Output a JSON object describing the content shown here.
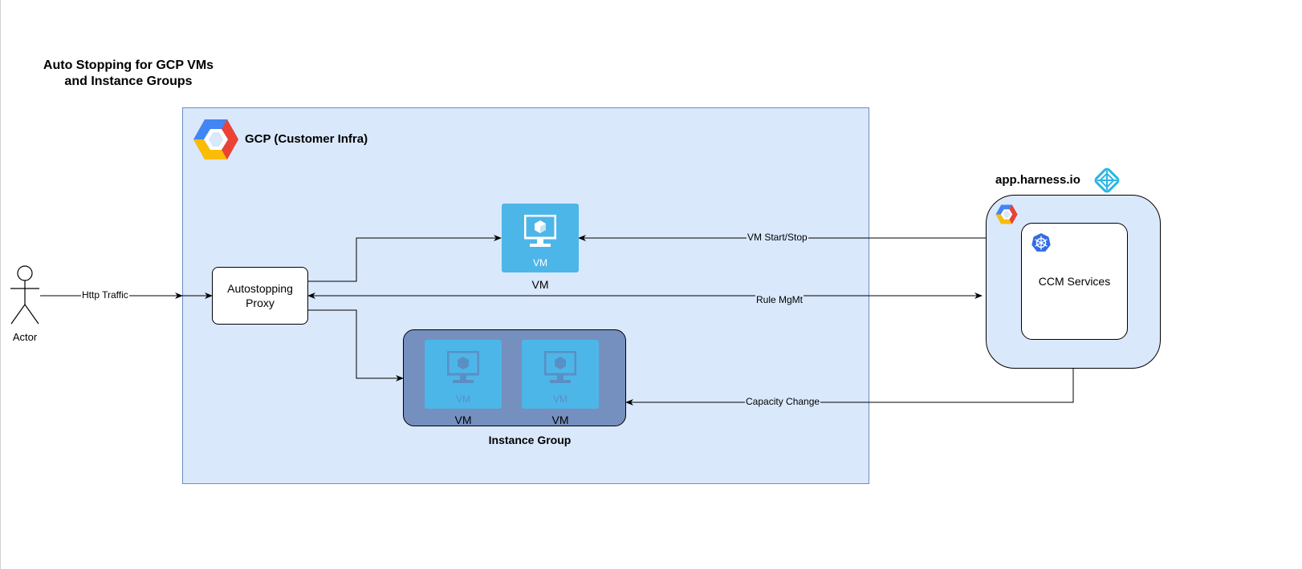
{
  "diagram": {
    "title": "Auto Stopping for GCP VMs and Instance Groups",
    "gcp_label": "GCP (Customer Infra)",
    "harness_label": "app.harness.io",
    "actor_label": "Actor",
    "proxy_label": "Autostopping Proxy",
    "vm_tile_text": "VM",
    "vm_caption_top": "VM",
    "vm_caption_ig_1": "VM",
    "vm_caption_ig_2": "VM",
    "instance_group_label": "Instance Group",
    "ccm_label": "CCM Services",
    "edges": {
      "http_traffic": "Http Traffic",
      "vm_start_stop": "VM Start/Stop",
      "rule_mgmt": "Rule MgMt",
      "capacity_change": "Capacity Change"
    }
  },
  "colors": {
    "gcp_fill": "#dae8fc",
    "gcp_stroke": "#6c8ebf",
    "vm_tile": "#4db6e8",
    "instance_group_fill": "#7590bf",
    "harness_icon": "#29b5e8",
    "kubernetes_icon": "#326ce5"
  },
  "icons": {
    "gcp": "google-cloud-hexagon-icon",
    "harness": "harness-logo-icon",
    "kubernetes": "kubernetes-wheel-icon",
    "vm": "virtual-machine-monitor-icon"
  }
}
